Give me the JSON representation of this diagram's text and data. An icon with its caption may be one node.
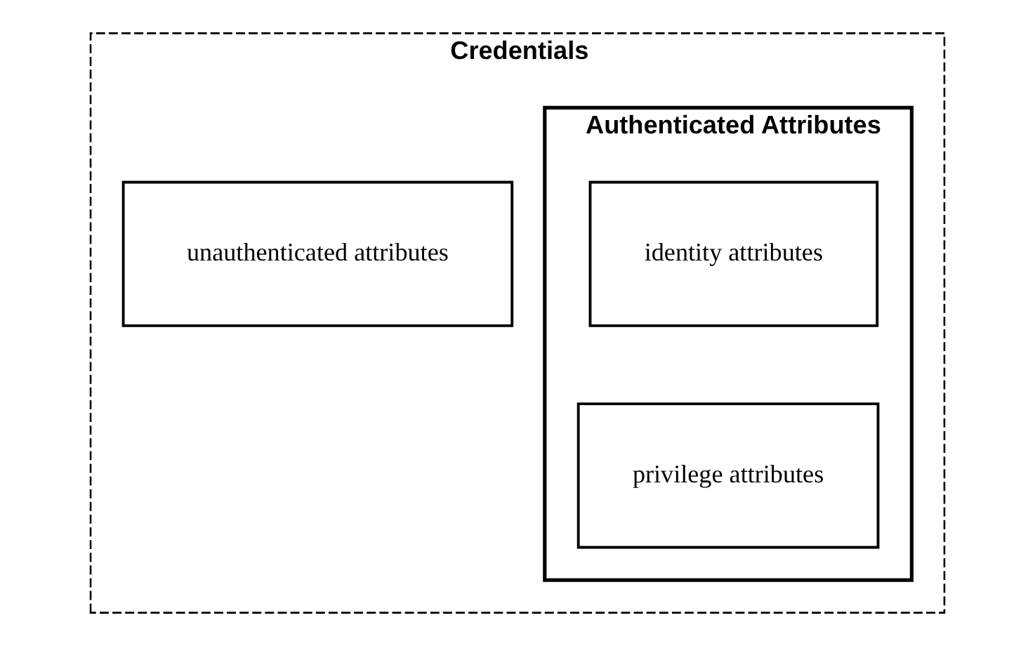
{
  "diagram": {
    "nodes": [
      {
        "text": [
          "Credentials"
        ]
      },
      {
        "text": [
          "unauthenticated attributes"
        ],
        "in": 0
      },
      {
        "text": [
          "Authenticated Attributes"
        ],
        "in": 0
      },
      {
        "text": [
          "identity attributes"
        ],
        "in": 2
      },
      {
        "text": [
          "privilege attributes"
        ],
        "in": 2
      }
    ]
  }
}
